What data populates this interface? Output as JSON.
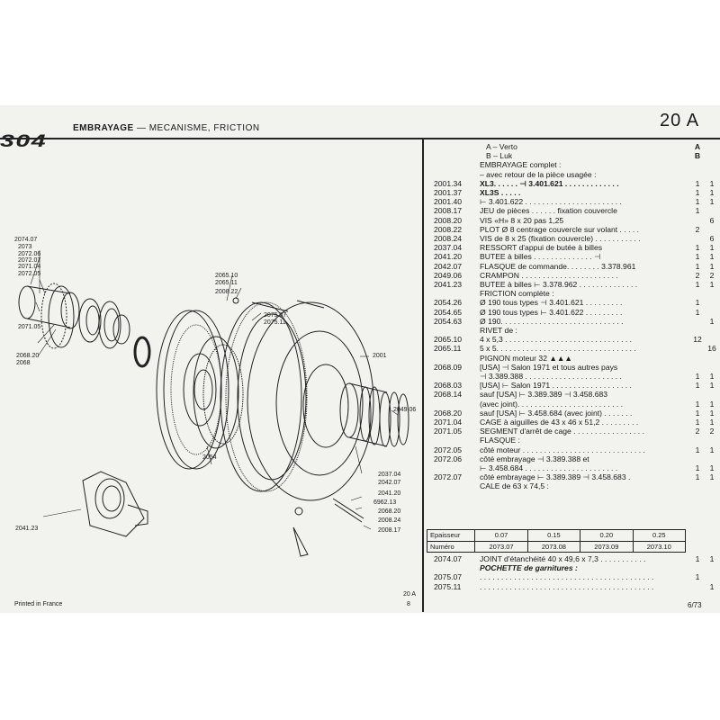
{
  "header": {
    "brand": "304",
    "title_bold": "EMBRAYAGE",
    "title_rest": " — MECANISME, FRICTION",
    "section": "20 A"
  },
  "drawing_labels": [
    "2074.07",
    "2073",
    "2072.06",
    "2072.07",
    "2071.04",
    "2072.05",
    "2071.05",
    "2068.20",
    "2068",
    "2065.10",
    "2065.11",
    "2008.22",
    "2075.07",
    "2075.11",
    "2001",
    "2049.06",
    "2054",
    "2037.04",
    "2042.07",
    "2041.20",
    "2041.23",
    "6962.13",
    "2068.20",
    "2008.24",
    "2008.17"
  ],
  "parts": {
    "variants": [
      {
        "ref": "",
        "desc": "A – Verto",
        "q": "A"
      },
      {
        "ref": "",
        "desc": "B – Luk",
        "q": "B"
      }
    ],
    "rows": [
      {
        "ref": "",
        "desc": "EMBRAYAGE complet :",
        "qa": "",
        "qb": ""
      },
      {
        "ref": "",
        "desc": "– avec retour de la pièce usagée :",
        "qa": "",
        "qb": ""
      },
      {
        "ref": "2001.34",
        "desc": "XL3. . . . . .  ⊣ 3.401.621 . . . . . . . . . . . . .",
        "qa": "1",
        "qb": "1"
      },
      {
        "ref": "2001.37",
        "desc": "XL3S . . . . .",
        "qa": "1",
        "qb": "1"
      },
      {
        "ref": "2001.40",
        "desc": "⊢ 3.401.622 . . . . . . . . . . . . . . . . . . . . . . .",
        "qa": "1",
        "qb": "1"
      },
      {
        "ref": "2008.17",
        "desc": "JEU de pièces . . . . . .  fixation couvercle",
        "qa": "1",
        "qb": ""
      },
      {
        "ref": "2008.20",
        "desc": "VIS «H» 8 x 20 pas 1,25",
        "qa": "",
        "qb": "6"
      },
      {
        "ref": "2008.22",
        "desc": "PLOT Ø 8 centrage couvercle sur volant . . . . .",
        "qa": "2",
        "qb": ""
      },
      {
        "ref": "2008.24",
        "desc": "VIS de 8 x 25 (fixation couvercle) . . . . . . . . . . .",
        "qa": "",
        "qb": "6"
      },
      {
        "ref": "2037.04",
        "desc": "RESSORT d'appui de butée à billes",
        "qa": "1",
        "qb": "1"
      },
      {
        "ref": "2041.20",
        "desc": "BUTEE à billes . . . . . . . . . . . . . .  ⊣",
        "qa": "1",
        "qb": "1"
      },
      {
        "ref": "2042.07",
        "desc": "FLASQUE de commande. . . . . . . . 3.378.961",
        "qa": "1",
        "qb": "1"
      },
      {
        "ref": "2049.06",
        "desc": "CRAMPON . . . . . . . . . . . . . . . . . . . . . . .",
        "qa": "2",
        "qb": "2"
      },
      {
        "ref": "2041.23",
        "desc": "BUTEE à billes ⊢ 3.378.962 . . . . . . . . . . . . . .",
        "qa": "1",
        "qb": "1"
      },
      {
        "ref": "",
        "desc": "FRICTION complète :",
        "qa": "",
        "qb": ""
      },
      {
        "ref": "2054.26",
        "desc": "Ø 190 tous types ⊣ 3.401.621 . . . . . . . . .",
        "qa": "1",
        "qb": ""
      },
      {
        "ref": "2054.65",
        "desc": "Ø 190 tous types ⊢ 3.401.622 . . . . . . . . .",
        "qa": "1",
        "qb": ""
      },
      {
        "ref": "2054.63",
        "desc": "Ø 190. . . . . . . . . . . . . . . . . . . . . . . . . . . . .",
        "qa": "",
        "qb": "1"
      },
      {
        "ref": "",
        "desc": "RIVET de :",
        "qa": "",
        "qb": ""
      },
      {
        "ref": "2065.10",
        "desc": "4 x 5,3 . . . . . . . . . . . . . . . . . . . . . . . . . . . . . .",
        "qa": "12",
        "qb": ""
      },
      {
        "ref": "2065.11",
        "desc": "5 x 5. . . . . . . . . . . . . . . . . . . . . . . . . . . . . . . . .",
        "qa": "",
        "qb": "16"
      },
      {
        "ref": "",
        "desc": "PIGNON moteur 32 ▲▲▲",
        "qa": "",
        "qb": ""
      },
      {
        "ref": "2068.09",
        "desc": "[USA] ⊣ Salon 1971 et tous autres pays",
        "qa": "",
        "qb": ""
      },
      {
        "ref": "",
        "desc": "⊣ 3.389.388 . . . . . . . . . . . . . . . . . . . . . . .",
        "qa": "1",
        "qb": "1"
      },
      {
        "ref": "2068.03",
        "desc": "[USA] ⊢ Salon 1971 . . . . . . . . . . . . . . . . . . .",
        "qa": "1",
        "qb": "1"
      },
      {
        "ref": "2068.14",
        "desc": "sauf [USA] ⊢ 3.389.389 ⊣ 3.458.683",
        "qa": "",
        "qb": ""
      },
      {
        "ref": "",
        "desc": "(avec joint). . . . . . . . . . . . . . . . . . . . . . . . .",
        "qa": "1",
        "qb": "1"
      },
      {
        "ref": "2068.20",
        "desc": "sauf [USA] ⊢ 3.458.684 (avec joint) . . . . . . .",
        "qa": "1",
        "qb": "1"
      },
      {
        "ref": "2071.04",
        "desc": "CAGE à aiguilles de 43 x 46 x 51,2 . . . . . . . . .",
        "qa": "1",
        "qb": "1"
      },
      {
        "ref": "2071.05",
        "desc": "SEGMENT d'arrêt de cage . . . . . . . . . . . . . . . . .",
        "qa": "2",
        "qb": "2"
      },
      {
        "ref": "",
        "desc": "FLASQUE :",
        "qa": "",
        "qb": ""
      },
      {
        "ref": "2072.05",
        "desc": "côté moteur . . . . . . . . . . . . . . . . . . . . . . . . . . . . .",
        "qa": "1",
        "qb": "1"
      },
      {
        "ref": "2072.06",
        "desc": "côté embrayage ⊣ 3.389.388 et",
        "qa": "",
        "qb": ""
      },
      {
        "ref": "",
        "desc": "⊢ 3.458.684 . . . . . . . . . . . . . . . . . . . . . .",
        "qa": "1",
        "qb": "1"
      },
      {
        "ref": "2072.07",
        "desc": "côté embrayage ⊢ 3.389.389 ⊣ 3.458.683 .",
        "qa": "1",
        "qb": "1"
      },
      {
        "ref": "",
        "desc": "CALE de 63 x 74,5 :",
        "qa": "",
        "qb": ""
      }
    ],
    "after_rows": [
      {
        "ref": "2074.07",
        "desc": "JOINT d'étanchéité 40 x 49,6 x 7,3 . . . . . . . . . . .",
        "qa": "1",
        "qb": "1"
      },
      {
        "ref": "",
        "desc": "POCHETTE de garnitures :",
        "qa": "",
        "qb": ""
      },
      {
        "ref": "2075.07",
        "desc": ". . . . . . . . . . . . . . . . . . . . . . . . . . . . . . . . . . . . . . . . .",
        "qa": "1",
        "qb": ""
      },
      {
        "ref": "2075.11",
        "desc": ". . . . . . . . . . . . . . . . . . . . . . . . . . . . . . . . . . . . . . . . .",
        "qa": "",
        "qb": "1"
      }
    ]
  },
  "shims": {
    "row1_head": "Epaisseur",
    "row1": [
      "0.07",
      "0.15",
      "0.20",
      "0.25"
    ],
    "row2_head": "Numéro",
    "row2": [
      "2073.07",
      "2073.08",
      "2073.09",
      "2073.10"
    ]
  },
  "footer": {
    "printed": "Printed in France",
    "section_small": "20 A",
    "section_sub": "8",
    "page": "6/73"
  },
  "colors": {
    "paper": "#f2f2ef",
    "ink": "#1a1a1a"
  }
}
